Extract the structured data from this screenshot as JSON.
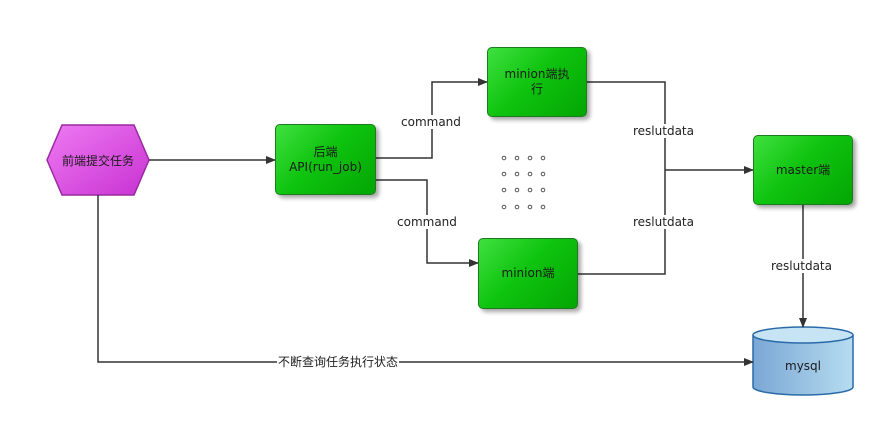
{
  "nodes": {
    "frontend": {
      "label": "前端提交任务"
    },
    "backend": {
      "line1": "后端",
      "line2": "API(run_job)"
    },
    "minion_exec": {
      "line1": "minion端执",
      "line2": "行"
    },
    "minion": {
      "label": "minion端"
    },
    "master": {
      "label": "master端"
    },
    "mysql": {
      "label": "mysql"
    }
  },
  "edges": {
    "command_top": "command",
    "command_bottom": "command",
    "resultdata_top": "reslutdata",
    "resultdata_bottom": "reslutdata",
    "resultdata_master": "reslutdata",
    "poll_status": "不断查询任务执行状态"
  },
  "colors": {
    "node_green": "#10c410",
    "node_border": "#1f7a1f",
    "hexagon_fill": "#d94fe0",
    "db_fill": "#8fbfe0",
    "line": "#333333"
  }
}
